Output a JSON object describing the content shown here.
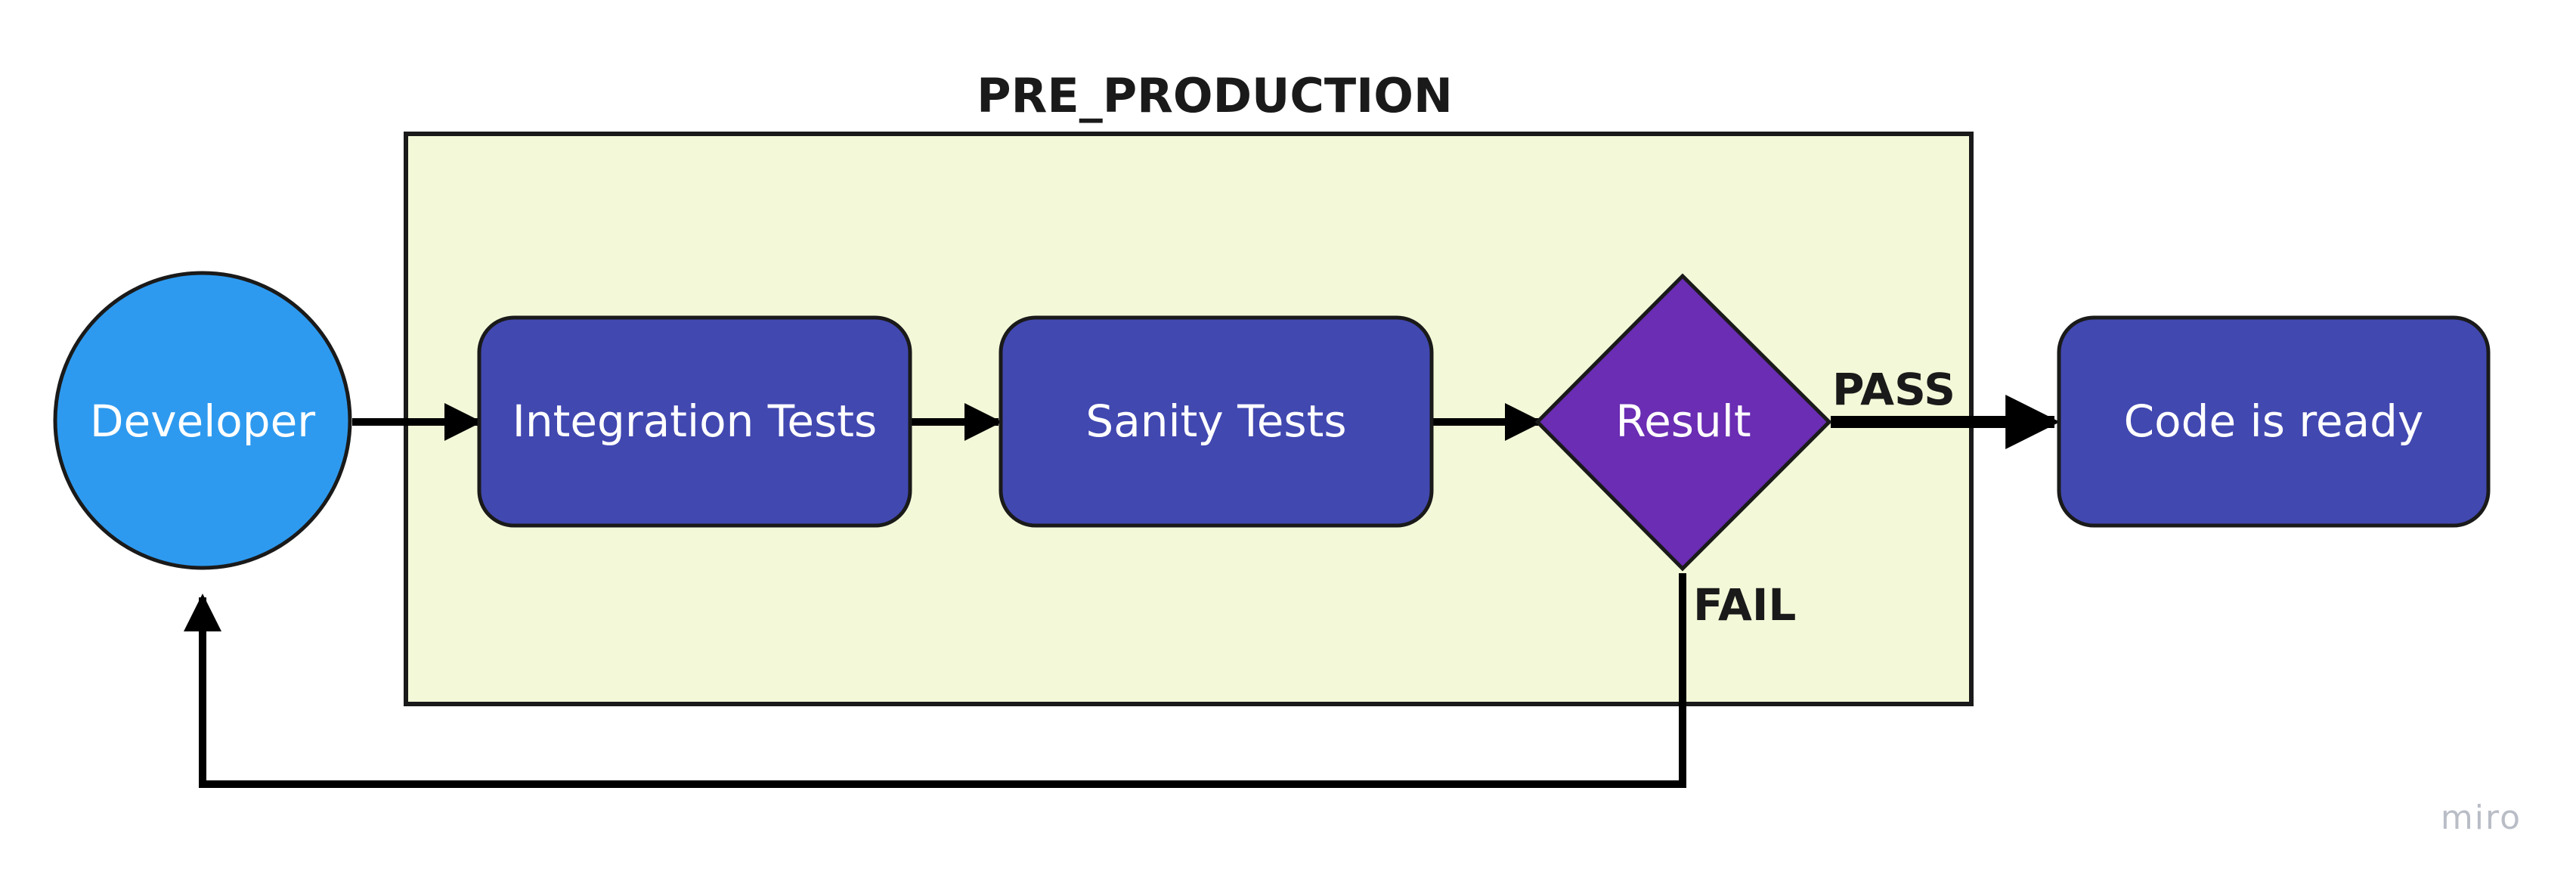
{
  "container": {
    "label": "PRE_PRODUCTION"
  },
  "nodes": {
    "developer": {
      "label": "Developer"
    },
    "integration_tests": {
      "label": "Integration Tests"
    },
    "sanity_tests": {
      "label": "Sanity Tests"
    },
    "result": {
      "label": "Result"
    },
    "code_ready": {
      "label": "Code is ready"
    }
  },
  "edges": {
    "pass_label": "PASS",
    "fail_label": "FAIL"
  },
  "watermark": "miro",
  "colors": {
    "container_fill": "#f3f9d8",
    "developer_fill": "#2e9aef",
    "process_fill": "#4148b0",
    "decision_fill": "#6a2db3",
    "stroke": "#1a1a1a"
  }
}
